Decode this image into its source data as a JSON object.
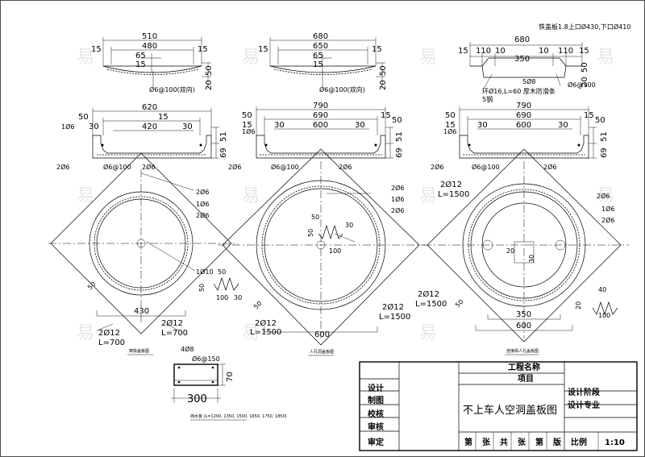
{
  "plate1": {
    "top": {
      "w_outer": "510",
      "w_inner": "480",
      "d1": "15",
      "d2": "15",
      "h1": "65",
      "h2": "15",
      "dims_right": [
        "50",
        "20"
      ],
      "rebar": "Ø6@100(双向)"
    },
    "section": {
      "w_outer": "620",
      "w_mid": "420",
      "left": [
        "50",
        "30"
      ],
      "right": [
        "15",
        "30"
      ],
      "h": [
        "51",
        "69"
      ],
      "bars": [
        "1Ø6",
        "2Ø6",
        "Ø6@100",
        "2Ø6"
      ]
    },
    "plan": {
      "rings": [
        "2Ø6",
        "1Ø6",
        "2Ø6"
      ],
      "cross": "1Ø10",
      "rib": [
        "50",
        "50",
        "100",
        "30"
      ],
      "diag": "50",
      "dia": "430",
      "bar1": "2Ø12",
      "len1": "L=700",
      "bar2": "2Ø12",
      "len2": "L=700"
    },
    "caption": "铸铁盖板图"
  },
  "plate2": {
    "top": {
      "w_outer": "680",
      "w_inner": "650",
      "d1": "15",
      "d2": "15",
      "h1": "65",
      "h2": "15",
      "dims_right": [
        "50",
        "20"
      ],
      "rebar": "Ø6@100(双向)"
    },
    "section": {
      "w_outer": "790",
      "w_mid": "690",
      "w_in": "600",
      "left": [
        "50",
        "15",
        "30"
      ],
      "right": [
        "15",
        "50",
        "30"
      ],
      "h": [
        "51",
        "69"
      ],
      "bars": [
        "1Ø6",
        "2Ø6",
        "Ø6@100",
        "2Ø6"
      ]
    },
    "plan": {
      "rings": [
        "2Ø6",
        "1Ø6",
        "2Ø6"
      ],
      "rib": [
        "50",
        "50",
        "100",
        "30"
      ],
      "diag": "50",
      "dia": "600",
      "bar1": "2Ø12",
      "len1": "L=1500",
      "bar2": "2Ø12",
      "len2": "L=1500"
    },
    "caption": "人孔洞盖板图"
  },
  "plate3": {
    "top": {
      "w_outer": "680",
      "w_inner": "350",
      "segs": [
        "15",
        "110",
        "10",
        "10",
        "110",
        "15"
      ],
      "note": "铁盖板1.8上口Ø430,下口Ø410",
      "d": "50",
      "d2": "20",
      "rebar": "Ø6@100",
      "bars": [
        "5Ø8"
      ],
      "anchor": "环Ø16,L=60 厚木防滑条",
      "hook": "5钢"
    },
    "section": {
      "w_outer": "790",
      "w_mid": "690",
      "w_in": "600",
      "left": [
        "50",
        "15",
        "30"
      ],
      "right": [
        "15",
        "50",
        "30"
      ],
      "h": [
        "51",
        "69"
      ],
      "bars": [
        "1Ø6",
        "2Ø6",
        "Ø6@100",
        "2Ø6"
      ]
    },
    "plan": {
      "top_bar": "2Ø12",
      "top_len": "L=1500",
      "rings": [
        "2Ø6",
        "1Ø6",
        "2Ø6"
      ],
      "slot": [
        "20",
        "30"
      ],
      "rib": [
        "40",
        "20",
        "100"
      ],
      "diag": "50",
      "dia_in": "350",
      "dia": "600",
      "bar2": "2Ø12",
      "len2": "L=1500"
    },
    "caption": "连接阀人孔盖板图"
  },
  "stiffener": {
    "bar": "4Ø8",
    "stirrup": "Ø6@150",
    "h": "70",
    "w": "300",
    "caption": "挡水板 (L=1200, 1350, 1500, 1650, 1750, 1850)"
  },
  "titleblock": {
    "rows_left": [
      "设计",
      "制图",
      "校核",
      "审核",
      "审定"
    ],
    "project_label": "工程名称",
    "item_label": "项目",
    "drawing_title": "不上车人空洞盖板图",
    "stage_label": "设计阶段",
    "spec_label": "设计专业",
    "bottom": [
      "第",
      "张",
      "共",
      "张",
      "第",
      "版",
      "比例",
      "1:10"
    ]
  },
  "watermark": "易"
}
